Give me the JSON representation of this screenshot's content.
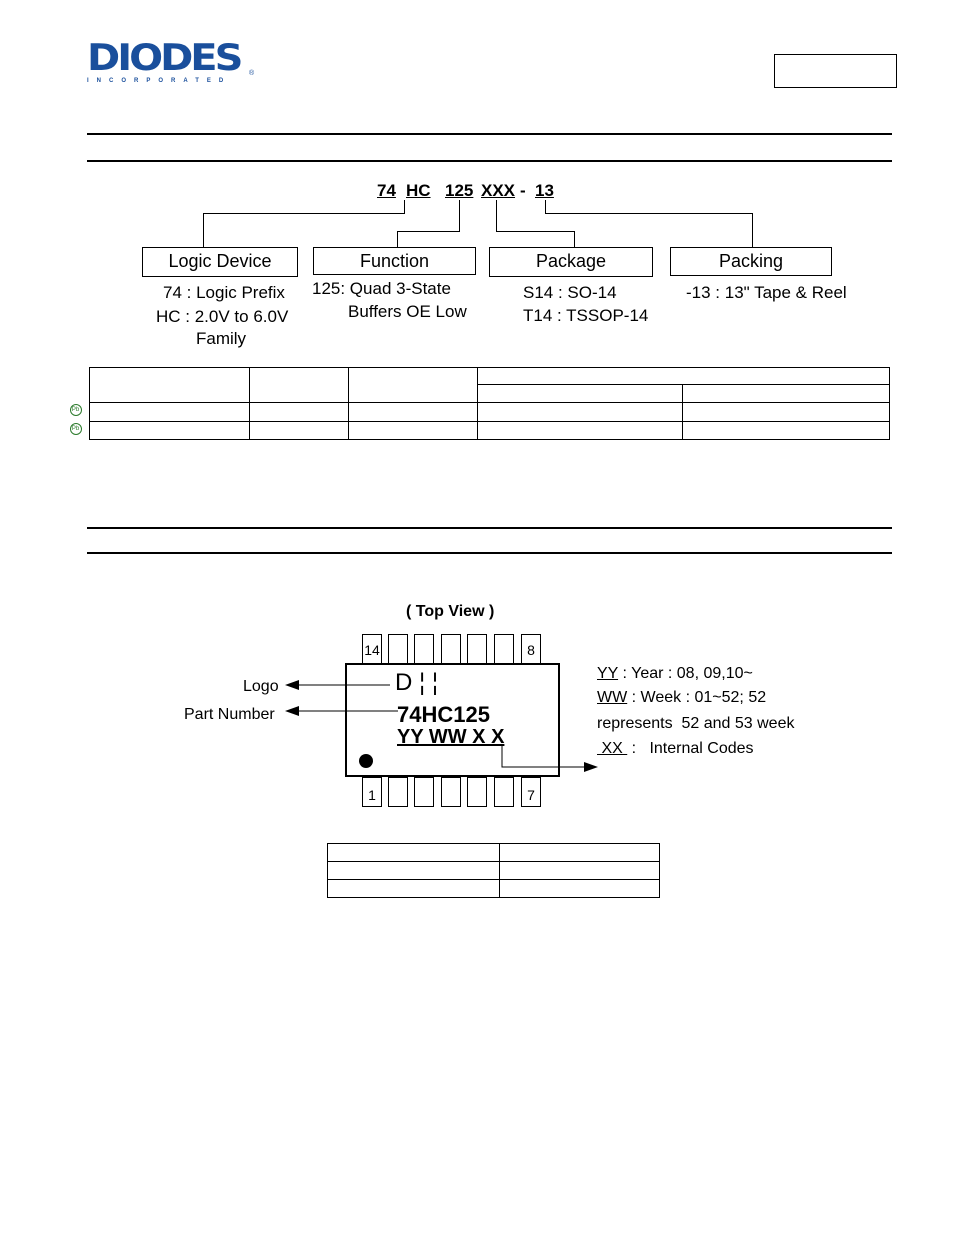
{
  "brand": {
    "name": "DIODES",
    "sub": "INCORPORATED",
    "reg": "®"
  },
  "ordering": {
    "part_segments": [
      "74",
      "HC",
      "125",
      "XXX",
      "-",
      "13"
    ],
    "boxes": {
      "logic_device": "Logic Device",
      "function": "Function",
      "package": "Package",
      "packing": "Packing"
    },
    "logic_lines": [
      "74 : Logic Prefix",
      "HC : 2.0V to 6.0V",
      "Family"
    ],
    "function_lines": [
      "125: Quad 3-State",
      "Buffers OE Low"
    ],
    "package_lines": [
      "S14 : SO-14",
      "T14 : TSSOP-14"
    ],
    "packing_lines": [
      "-13 : 13\" Tape & Reel"
    ]
  },
  "marking": {
    "top_view": "( Top View )",
    "logo_label": "Logo",
    "part_number_label": "Part Number",
    "pin_14": "14",
    "pin_8": "8",
    "pin_1": "1",
    "pin_7": "7",
    "chip_logo": "D ¦ ¦",
    "chip_part": "74HC125",
    "chip_code": "YY WW X X",
    "legend": {
      "yy_key": "YY",
      "yy_text": " : Year : 08, 09,10~",
      "ww_key": "WW",
      "ww_text": " : Week : 01~52; 52",
      "rep_text": "represents  52 and 53 week",
      "xx_key": " XX ",
      "xx_text": " :   Internal Codes"
    }
  },
  "icons": {
    "lead_free": "lead-free-icon"
  }
}
